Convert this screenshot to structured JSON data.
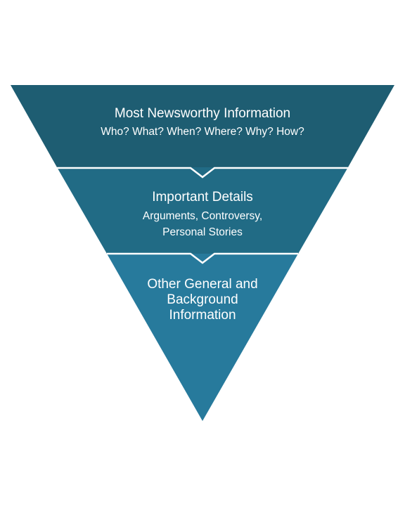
{
  "diagram": {
    "colors": {
      "tier1": "#1e5d72",
      "tier2": "#216b85",
      "tier3": "#277a9c",
      "separator": "#ffffff",
      "text": "#ffffff"
    },
    "tiers": [
      {
        "title": "Most Newsworthy Information",
        "subtitle": "Who? What? When? Where? Why? How?"
      },
      {
        "title": "Important Details",
        "subtitle_lines": [
          "Arguments, Controversy,",
          "Personal Stories"
        ]
      },
      {
        "title_lines": [
          "Other General and",
          "Background",
          "Information"
        ]
      }
    ]
  }
}
